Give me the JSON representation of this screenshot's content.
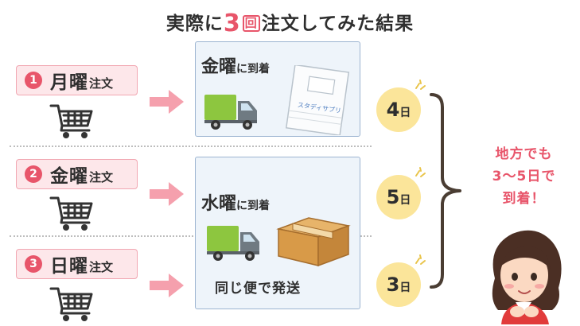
{
  "title": {
    "pre": "実際に",
    "num": "3",
    "kai": "回",
    "post": "注文してみた結果"
  },
  "orders": [
    {
      "num": "1",
      "day": "月曜",
      "suffix": "注文"
    },
    {
      "num": "2",
      "day": "金曜",
      "suffix": "注文"
    },
    {
      "num": "3",
      "day": "日曜",
      "suffix": "注文"
    }
  ],
  "panel1": {
    "day": "金曜",
    "suffix": "に到着",
    "envelope_text": "スタディサプリ"
  },
  "panel2": {
    "day": "水曜",
    "suffix": "に到着",
    "note": "同じ便で発送"
  },
  "results": [
    {
      "n": "4",
      "u": "日"
    },
    {
      "n": "5",
      "u": "日"
    },
    {
      "n": "3",
      "u": "日"
    }
  ],
  "summary": {
    "line1": "地方でも",
    "line2": "3〜5日で",
    "line3": "到着！"
  },
  "colors": {
    "accent": "#e8556a",
    "order_bg": "#fde7ea",
    "panel_bg": "#eef4fa",
    "result_bg": "#fbe59a",
    "truck": "#8dc63f",
    "bracket": "#4a3d33"
  }
}
